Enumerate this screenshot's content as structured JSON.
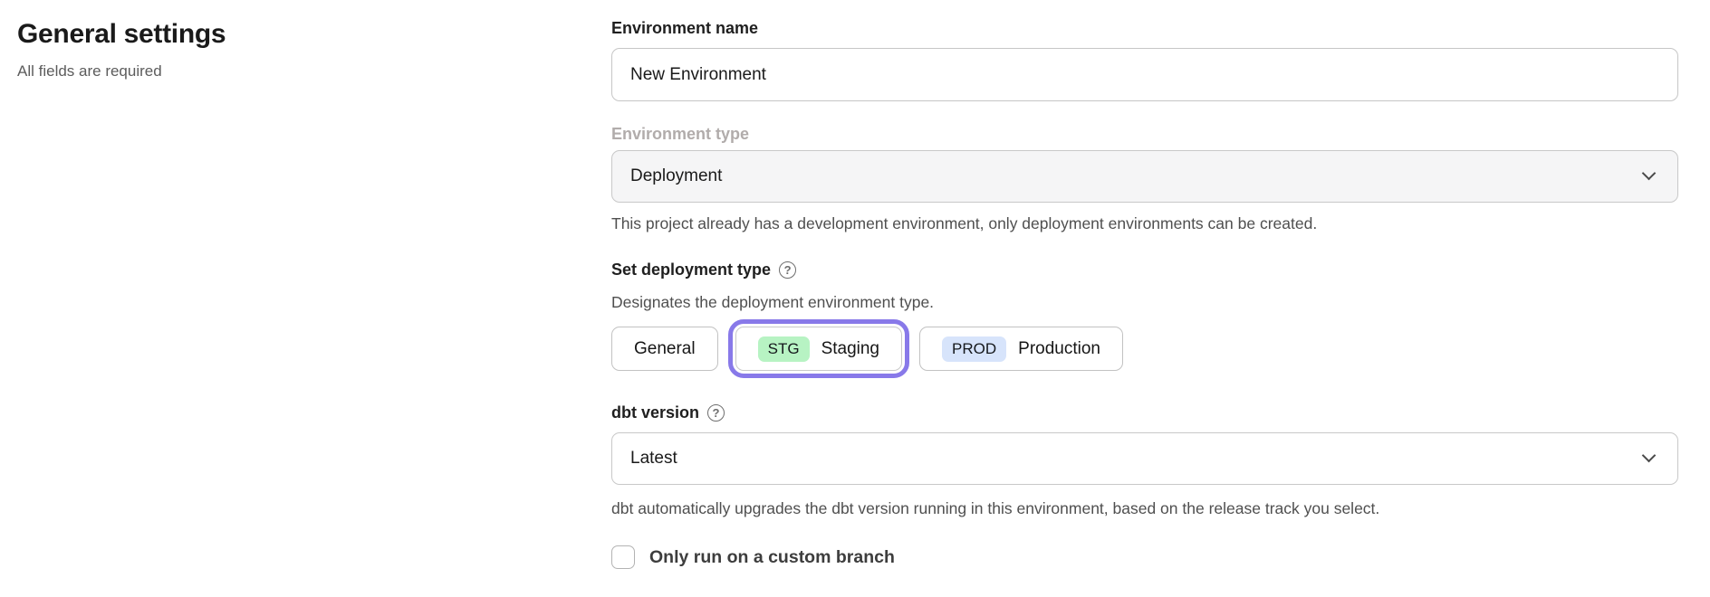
{
  "page": {
    "title": "General settings",
    "subtitle": "All fields are required"
  },
  "icons": {
    "help": "?"
  },
  "colors": {
    "selected_ring": "#8879e9",
    "stg_badge_bg": "#b7f3c3",
    "prod_badge_bg": "#d7e4fb"
  },
  "form": {
    "environment_name": {
      "label": "Environment name",
      "value": "New Environment"
    },
    "environment_type": {
      "label": "Environment type",
      "value": "Deployment",
      "state": "disabled",
      "helper": "This project already has a development environment, only deployment environments can be created."
    },
    "deployment_type": {
      "label": "Set deployment type",
      "description": "Designates the deployment environment type.",
      "options": [
        {
          "label": "General",
          "badge": "",
          "selected": false
        },
        {
          "label": "Staging",
          "badge": "STG",
          "selected": true
        },
        {
          "label": "Production",
          "badge": "PROD",
          "selected": false
        }
      ]
    },
    "dbt_version": {
      "label": "dbt version",
      "value": "Latest",
      "helper": "dbt automatically upgrades the dbt version running in this environment, based on the release track you select."
    },
    "custom_branch": {
      "label": "Only run on a custom branch",
      "checked": false
    }
  }
}
